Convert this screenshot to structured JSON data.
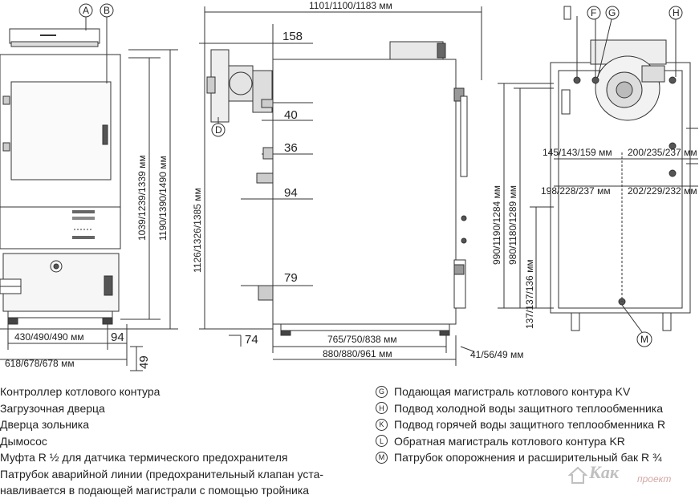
{
  "front_view": {
    "circle_a": "A",
    "circle_b": "B",
    "width_base": "430/490/490 мм",
    "width_total": "618/678/678 мм",
    "side_94": "94",
    "side_49": "49",
    "height_1": "1039/1239/1339 мм",
    "height_2": "1190/1390/1490 мм"
  },
  "side_view": {
    "top_width": "1101/1100/1183 мм",
    "height": "1126/1326/1385 мм",
    "d158": "158",
    "d40": "40",
    "d36": "36",
    "d94": "94",
    "d79": "79",
    "d74": "74",
    "circle_d": "D",
    "bottom_1": "765/750/838 мм",
    "bottom_2": "880/880/961 мм",
    "bottom_3": "41/56/49 мм"
  },
  "rear_view": {
    "circle_f": "F",
    "circle_g": "G",
    "circle_h": "H",
    "circle_m": "M",
    "h1": "990/1190/1284 мм",
    "h2": "980/1180/1289 мм",
    "h3": "137/137/136 мм",
    "w1": "145/143/159 мм",
    "w2": "200/235/237 мм",
    "w3": "198/228/237 мм",
    "w4": "202/229/232 мм"
  },
  "legend_left": [
    "Контроллер котлового контура",
    "Загрузочная дверца",
    "Дверца зольника",
    "Дымосос",
    "Муфта R ½ для датчика термического предохранителя",
    "Патрубок аварийной линии (предохранительный клапан уста-",
    "навливается в подающей магистрали с помощью тройника"
  ],
  "legend_right": [
    {
      "key": "G",
      "text": "Подающая магистраль котлового контура KV"
    },
    {
      "key": "H",
      "text": "Подвод холодной воды защитного теплообменника"
    },
    {
      "key": "K",
      "text": "Подвод горячей воды защитного теплообменника R"
    },
    {
      "key": "L",
      "text": "Обратная магистраль котлового контура KR"
    },
    {
      "key": "M",
      "text": "Патрубок опорожнения и расширительный бак R ¾"
    }
  ],
  "watermark": {
    "text": "Как",
    "sub": "проект"
  }
}
